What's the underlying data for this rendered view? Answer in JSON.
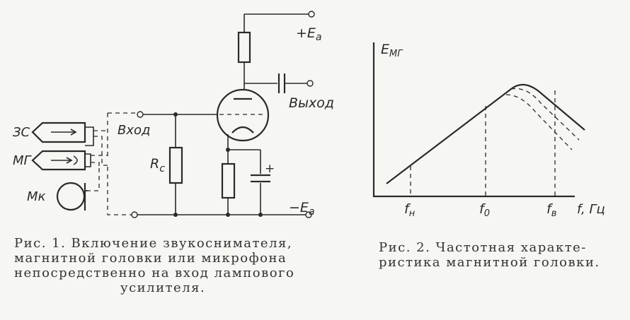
{
  "figure1": {
    "supply_plus": "+E",
    "supply_plus_sub": "a",
    "supply_minus": "−E",
    "supply_minus_sub": "a",
    "output_label": "Выход",
    "input_label": "Вход",
    "resistor_label": "R",
    "resistor_sub": "c",
    "cap_polarity": "+",
    "source_zs": "ЗС",
    "source_mg": "МГ",
    "source_mk": "Мк",
    "caption_lines": [
      "Рис. 1. Включение звукоснимателя,",
      "магнитной головки или микрофона",
      "непосредственно на вход лампового",
      "усилителя."
    ]
  },
  "figure2": {
    "y_axis_label": "E",
    "y_axis_sub": "МГ",
    "x_axis_label": "f, Гц",
    "tick_fn": "f",
    "tick_fn_sub": "н",
    "tick_f0": "f",
    "tick_f0_sub": "0",
    "tick_fv": "f",
    "tick_fv_sub": "в",
    "caption_lines": [
      "Рис. 2. Частотная характе-",
      "ристика магнитной головки."
    ]
  }
}
